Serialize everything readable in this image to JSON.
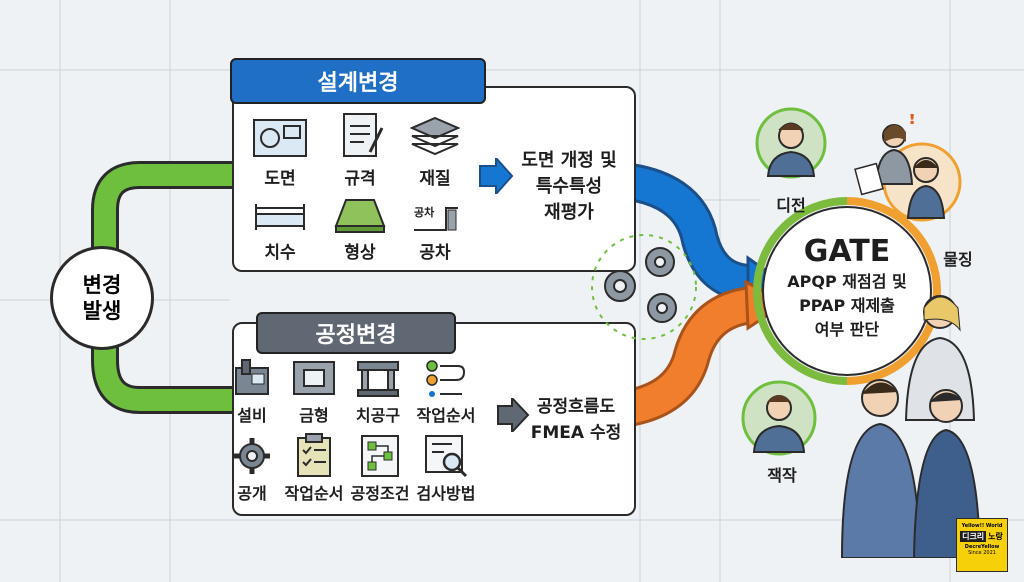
{
  "trigger": {
    "line1": "변경",
    "line2": "발생"
  },
  "design_change": {
    "title": "설계변경",
    "items": [
      "도면",
      "규격",
      "재질",
      "치수",
      "형상",
      "공차"
    ],
    "tolerance_icon_text": "공차",
    "result_line1": "도면 개정 및",
    "result_line2": "특수특성",
    "result_line3": "재평가"
  },
  "process_change": {
    "title": "공정변경",
    "items": [
      "설비",
      "금형",
      "치공구",
      "작업순서",
      "공개",
      "작업순서",
      "공정조건",
      "검사방법"
    ],
    "result_line1": "공정흐름도",
    "result_line2": "FMEA 수정"
  },
  "gate": {
    "title": "GATE",
    "line1": "APQP 재점검 및",
    "line2": "PPAP 재제출",
    "line3": "여부 판단"
  },
  "roles": [
    "디전",
    "물징",
    "잭작"
  ],
  "badge": {
    "top": "Yellow!! World",
    "mid_left": "디크리",
    "mid_right": "노랑",
    "sub": "DecreYellow",
    "since": "Since 2021"
  },
  "colors": {
    "design_title_bg": "#1f6fc6",
    "process_title_bg": "#5f6873",
    "green_path": "#6fbf3f",
    "blue_arrow": "#1677d2",
    "orange_arrow": "#f07e2c",
    "gate_green": "#7dbb3e",
    "gate_orange": "#f0a030",
    "badge_yellow": "#f6d10a"
  }
}
